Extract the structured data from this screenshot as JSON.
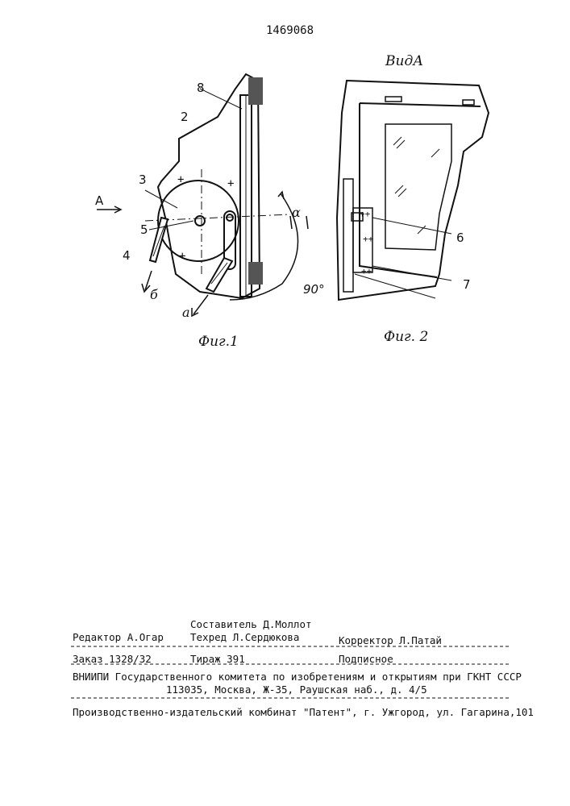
{
  "patent_number": "1469068",
  "figure1": {
    "labels": [
      "2",
      "3",
      "4",
      "5",
      "8"
    ],
    "arrow_A": "A",
    "arrow_b": "б",
    "arrow_a": "а",
    "angle_alpha": "α",
    "angle_90": "90°",
    "caption": "Фиг.1"
  },
  "figure2": {
    "view_title": "ВидА",
    "labels": [
      "6",
      "7"
    ],
    "caption": "Фиг. 2"
  },
  "colophon": {
    "compiler": "Составитель Д.Моллот",
    "editor": "Редактор А.Огар",
    "techred": "Техред Л.Сердюкова",
    "corrector": "Корректор  Л.Патай",
    "order": "Заказ 1328/32",
    "circulation": "Тираж 391",
    "subscription": "Подписное",
    "institute": "ВНИИПИ Государственного комитета по изобретениям и открытиям при ГКНТ СССР",
    "address": "113035, Москва, Ж-35, Раушская наб., д. 4/5",
    "printer": "Производственно-издательский комбинат \"Патент\", г. Ужгород, ул. Гагарина,101"
  }
}
